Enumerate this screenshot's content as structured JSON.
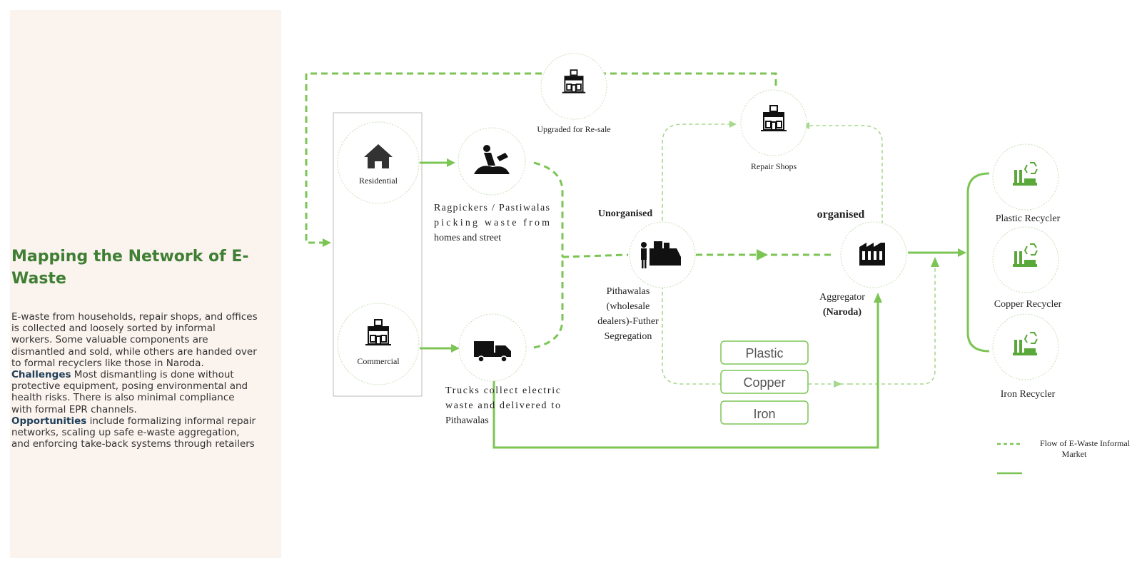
{
  "sidebar": {
    "title": "Mapping the Network of E-Waste",
    "intro": "E-waste from households, repair shops, and offices is collected and loosely sorted by informal workers. Some valuable components are dismantled and sold, while others are handed over to formal recyclers like those in Naroda.",
    "challenges_label": "Challenges",
    "challenges_text": " Most dismantling is done without protective equipment, posing environmental and health risks. There is also minimal compliance with formal EPR channels.",
    "opportunities_label": "Opportunities",
    "opportunities_text": " include formalizing informal repair networks, scaling up safe e-waste aggregation, and enforcing take-back systems through retailers"
  },
  "nodes": {
    "residential": "Residential",
    "commercial": "Commercial",
    "ragpickers": [
      "Ragpickers / Pastiwalas",
      "picking waste from",
      "homes and street"
    ],
    "trucks": [
      "Trucks collect electric",
      "waste and delivered to",
      "Pithawalas"
    ],
    "resale": "Upgraded for Re-sale",
    "repair": "Repair Shops",
    "unorganised": "Unorganised",
    "organised": "organised",
    "pithawalas": [
      "Pithawalas",
      "(wholesale",
      "dealers)-Futher",
      "Segregation"
    ],
    "aggregator": "Aggregator",
    "aggregator_place": "(Naroda)"
  },
  "materials": [
    "Plastic",
    "Copper",
    "Iron"
  ],
  "recyclers": [
    "Plastic Recycler",
    "Copper Recycler",
    "Iron Recycler"
  ],
  "legend": {
    "dashed": "Flow of E-Waste Informal",
    "dashed_line2": "Market",
    "solid": ""
  },
  "colors": {
    "accent_green": "#7cc555",
    "title_green": "#3f7f34",
    "panel_bg": "#fbf3ee",
    "highlight_blue": "#1f3f5a"
  }
}
